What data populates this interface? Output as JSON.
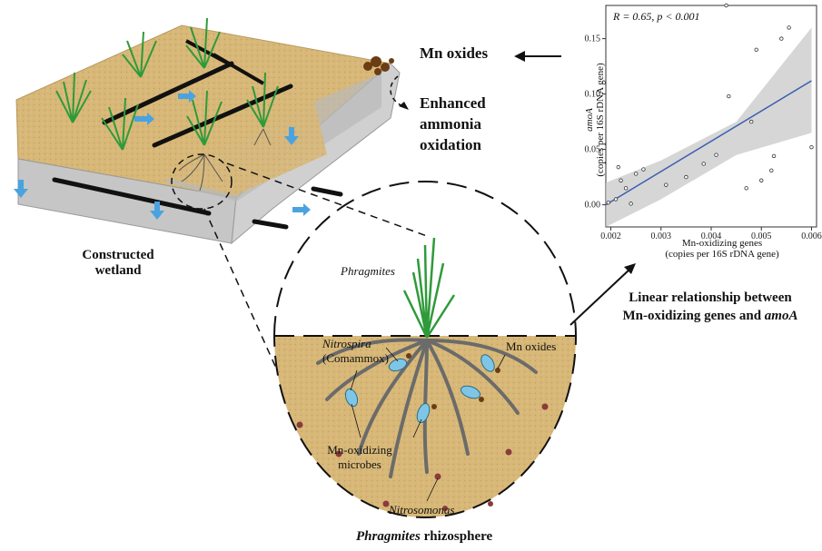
{
  "labels": {
    "constructed_wetland_line1": "Constructed",
    "constructed_wetland_line2": "wetland",
    "mn_oxides_top": "Mn oxides",
    "enhanced_line1": "Enhanced",
    "enhanced_line2": "ammonia",
    "enhanced_line3": "oxidation",
    "linear_line1": "Linear relationship between",
    "linear_line2_prefix": "Mn-oxidizing genes and ",
    "linear_line2_italic": "amoA",
    "phragmites_top": "Phragmites",
    "nitrospira": "Nitrospira",
    "comammox": "(Comammox)",
    "mn_oxides_zoom": "Mn oxides",
    "mn_oxidizing_line1": "Mn-oxidizing",
    "mn_oxidizing_line2": "microbes",
    "nitrosomonas": "Nitrosomonas",
    "rhizosphere_italic": "Phragmites",
    "rhizosphere_rest": " rhizosphere"
  },
  "colors": {
    "soil": "#d8b878",
    "water": "#c9c9c9",
    "pipe": "#111111",
    "arrow_blue": "#4aa3df",
    "plant_green": "#2f9a3a",
    "mn_oxide_brown": "#6b3d14",
    "regression_line": "#3a5fb0",
    "ci_band": "#c8c8c8",
    "microbe": "#7fc6e6"
  },
  "icons": [
    "arrow-left-icon",
    "arrow-right-icon",
    "curved-arrow-icon",
    "plant-icon",
    "microbe-icon",
    "mn-oxide-icon"
  ],
  "chart_data": {
    "type": "scatter",
    "annotation": "R = 0.65, p < 0.001",
    "xlabel_line1": "Mn-oxidizing genes",
    "xlabel_line2": "(copies per 16S rDNA gene)",
    "ylabel_line1": "amoA",
    "ylabel_line2": "(copies per 16S rDNA gene)",
    "xlim": [
      0.0019,
      0.0061
    ],
    "ylim": [
      -0.02,
      0.18
    ],
    "xticks": [
      0.002,
      0.003,
      0.004,
      0.005,
      0.006
    ],
    "xtick_labels": [
      "0.002",
      "0.003",
      "0.004",
      "0.005",
      "0.006"
    ],
    "yticks": [
      0.0,
      0.05,
      0.1,
      0.15
    ],
    "ytick_labels": [
      "0.00",
      "0.05",
      "0.10",
      "0.15"
    ],
    "grid": false,
    "points": [
      {
        "x": 0.00195,
        "y": 0.002
      },
      {
        "x": 0.0021,
        "y": 0.005
      },
      {
        "x": 0.00215,
        "y": 0.034
      },
      {
        "x": 0.0022,
        "y": 0.022
      },
      {
        "x": 0.0023,
        "y": 0.015
      },
      {
        "x": 0.0024,
        "y": 0.001
      },
      {
        "x": 0.0025,
        "y": 0.028
      },
      {
        "x": 0.00265,
        "y": 0.032
      },
      {
        "x": 0.0031,
        "y": 0.018
      },
      {
        "x": 0.0035,
        "y": 0.025
      },
      {
        "x": 0.00385,
        "y": 0.037
      },
      {
        "x": 0.0041,
        "y": 0.045
      },
      {
        "x": 0.00435,
        "y": 0.098
      },
      {
        "x": 0.0043,
        "y": 0.18
      },
      {
        "x": 0.0047,
        "y": 0.015
      },
      {
        "x": 0.0048,
        "y": 0.075
      },
      {
        "x": 0.0049,
        "y": 0.14
      },
      {
        "x": 0.005,
        "y": 0.022
      },
      {
        "x": 0.0052,
        "y": 0.031
      },
      {
        "x": 0.00525,
        "y": 0.044
      },
      {
        "x": 0.0054,
        "y": 0.15
      },
      {
        "x": 0.00555,
        "y": 0.16
      },
      {
        "x": 0.006,
        "y": 0.052
      }
    ],
    "fit": {
      "x": [
        0.0019,
        0.006
      ],
      "y": [
        0.0,
        0.112
      ]
    },
    "ci_upper": [
      0.02,
      0.04,
      0.075,
      0.16
    ],
    "ci_lower": [
      -0.02,
      0.005,
      0.045,
      0.065
    ],
    "ci_x": [
      0.0019,
      0.003,
      0.0045,
      0.006
    ]
  }
}
